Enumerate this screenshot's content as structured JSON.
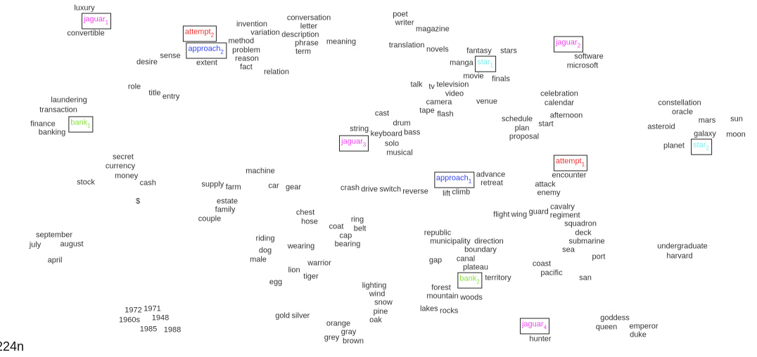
{
  "chart_data": {
    "type": "scatter",
    "title": "",
    "xlabel": "",
    "ylabel": "",
    "xlim": [
      0,
      107.6
    ],
    "ylim": [
      0,
      50.8
    ],
    "grid": false,
    "colors": {
      "jaguar": "#ee44ee",
      "attempt": "#ee3333",
      "approach": "#3344ee",
      "bank": "#88e040",
      "star": "#77eeee",
      "word": "#333333"
    },
    "targets": [
      {
        "word": "jaguar",
        "sense": "1",
        "x": 13.7,
        "y": 47.6
      },
      {
        "word": "attempt",
        "sense": "2",
        "x": 28.4,
        "y": 45.2
      },
      {
        "word": "approach",
        "sense": "2",
        "x": 30.0,
        "y": 43.9
      },
      {
        "word": "bank",
        "sense": "1",
        "x": 11.5,
        "y": 33.1
      },
      {
        "word": "star",
        "sense": "1",
        "x": 68.6,
        "y": 41.2
      },
      {
        "word": "jaguar",
        "sense": "3",
        "x": 50.4,
        "y": 30.4
      },
      {
        "word": "jaguar",
        "sense": "2",
        "x": 80.8,
        "y": 44.1
      },
      {
        "word": "star",
        "sense": "2",
        "x": 99.7,
        "y": 30.0
      },
      {
        "word": "attempt",
        "sense": "1",
        "x": 81.1,
        "y": 27.1
      },
      {
        "word": "approach",
        "sense": "1",
        "x": 64.7,
        "y": 24.6
      },
      {
        "word": "bank",
        "sense": "2",
        "x": 66.8,
        "y": 13.2
      },
      {
        "word": "jaguar",
        "sense": "4",
        "x": 76.0,
        "y": 4.3
      }
    ],
    "words": [
      [
        "luxury",
        12.0,
        49.6
      ],
      [
        "convertible",
        12.2,
        46.2
      ],
      [
        "method",
        33.6,
        44.8
      ],
      [
        "problem",
        35.0,
        43.5
      ],
      [
        "reason",
        35.1,
        42.6
      ],
      [
        "fact",
        35.0,
        41.6
      ],
      [
        "extent",
        29.4,
        42.3
      ],
      [
        "invention",
        35.8,
        47.0
      ],
      [
        "conversation",
        43.9,
        47.8
      ],
      [
        "letter",
        43.9,
        46.6
      ],
      [
        "variation",
        38.4,
        46.0
      ],
      [
        "description",
        42.0,
        46.0
      ],
      [
        "phrase",
        43.6,
        44.8
      ],
      [
        "meaning",
        48.5,
        44.8
      ],
      [
        "term",
        43.1,
        43.9
      ],
      [
        "relation",
        39.3,
        40.5
      ],
      [
        "sense",
        24.2,
        42.8
      ],
      [
        "desire",
        20.9,
        41.9
      ],
      [
        "role",
        19.1,
        38.4
      ],
      [
        "title",
        22.3,
        37.5
      ],
      [
        "entry",
        24.0,
        37.0
      ],
      [
        "laundering",
        9.8,
        36.5
      ],
      [
        "transaction",
        8.3,
        35.1
      ],
      [
        "finance",
        6.1,
        33.1
      ],
      [
        "banking",
        7.4,
        31.9
      ],
      [
        "poet",
        56.9,
        48.3
      ],
      [
        "writer",
        57.6,
        47.9
      ],
      [
        "magazine",
        61.4,
        46.6
      ],
      [
        "translation",
        58.2,
        44.3
      ],
      [
        "novels",
        61.8,
        43.7
      ],
      [
        "fantasy",
        68.1,
        43.5
      ],
      [
        "stars",
        72.3,
        43.5
      ],
      [
        "manga",
        66.0,
        41.8
      ],
      [
        "movie",
        67.3,
        40.0
      ],
      [
        "finals",
        71.2,
        39.5
      ],
      [
        "talk",
        59.2,
        38.7
      ],
      [
        "tv",
        61.7,
        38.4
      ],
      [
        "television",
        64.0,
        38.8
      ],
      [
        "video",
        64.6,
        37.8
      ],
      [
        "camera",
        62.4,
        36.2
      ],
      [
        "venue",
        69.2,
        36.3
      ],
      [
        "tape",
        60.7,
        35.1
      ],
      [
        "flash",
        63.3,
        34.5
      ],
      [
        "cast",
        54.3,
        34.6
      ],
      [
        "string",
        51.1,
        32.4
      ],
      [
        "drum",
        57.1,
        32.8
      ],
      [
        "bass",
        58.2,
        32.3
      ],
      [
        "keyboard",
        55.2,
        31.7
      ],
      [
        "solo",
        55.7,
        29.9
      ],
      [
        "musical",
        56.8,
        29.4
      ],
      [
        "software",
        83.7,
        43.0
      ],
      [
        "microsoft",
        82.8,
        41.5
      ],
      [
        "celebration",
        79.5,
        37.2
      ],
      [
        "calendar",
        79.5,
        36.3
      ],
      [
        "afternoon",
        80.5,
        34.3
      ],
      [
        "schedule",
        73.5,
        33.6
      ],
      [
        "start",
        77.6,
        33.1
      ],
      [
        "plan",
        74.2,
        32.4
      ],
      [
        "proposal",
        74.5,
        31.7
      ],
      [
        "constellation",
        96.6,
        36.0
      ],
      [
        "oracle",
        97.0,
        34.9
      ],
      [
        "mars",
        100.5,
        33.6
      ],
      [
        "sun",
        104.7,
        33.8
      ],
      [
        "asteroid",
        94.0,
        32.7
      ],
      [
        "galaxy",
        100.2,
        31.6
      ],
      [
        "moon",
        104.6,
        31.6
      ],
      [
        "planet",
        95.8,
        30.0
      ],
      [
        "encounter",
        80.9,
        26.3
      ],
      [
        "advance",
        69.6,
        25.9
      ],
      [
        "retreat",
        69.9,
        24.7
      ],
      [
        "lift",
        63.6,
        23.6
      ],
      [
        "climb",
        65.4,
        23.6
      ],
      [
        "attack",
        77.5,
        24.2
      ],
      [
        "enemy",
        78.0,
        23.6
      ],
      [
        "crash",
        50.8,
        24.0
      ],
      [
        "drive",
        52.4,
        23.8
      ],
      [
        "switch",
        54.9,
        23.8
      ],
      [
        "reverse",
        58.7,
        23.5
      ],
      [
        "machine",
        37.0,
        26.4
      ],
      [
        "supply",
        30.4,
        24.5
      ],
      [
        "farm",
        33.0,
        24.1
      ],
      [
        "car",
        38.9,
        24.3
      ],
      [
        "gear",
        41.7,
        24.1
      ],
      [
        "estate",
        32.3,
        22.1
      ],
      [
        "family",
        32.0,
        20.6
      ],
      [
        "couple",
        29.8,
        19.9
      ],
      [
        "secret",
        17.5,
        28.4
      ],
      [
        "currency",
        17.1,
        27.1
      ],
      [
        "money",
        18.1,
        25.7
      ],
      [
        "cash",
        20.9,
        24.7
      ],
      [
        "stock",
        12.2,
        24.8
      ],
      [
        "$",
        19.6,
        22.1
      ],
      [
        "chest",
        43.4,
        20.0
      ],
      [
        "hose",
        44.0,
        19.7
      ],
      [
        "ring",
        50.8,
        19.1
      ],
      [
        "belt",
        51.1,
        18.6
      ],
      [
        "coat",
        47.8,
        18.5
      ],
      [
        "cap",
        49.2,
        16.9
      ],
      [
        "bearing",
        49.4,
        16.3
      ],
      [
        "riding",
        37.7,
        16.8
      ],
      [
        "dog",
        37.7,
        15.0
      ],
      [
        "wearing",
        42.8,
        15.7
      ],
      [
        "male",
        36.7,
        13.9
      ],
      [
        "warrior",
        45.4,
        13.3
      ],
      [
        "lion",
        41.8,
        12.3
      ],
      [
        "tiger",
        44.2,
        11.4
      ],
      [
        "egg",
        39.2,
        10.6
      ],
      [
        "flight",
        72.3,
        20.2
      ],
      [
        "wing",
        73.9,
        20.2
      ],
      [
        "guard",
        76.9,
        20.6
      ],
      [
        "cavalry",
        78.9,
        20.8
      ],
      [
        "regiment",
        79.9,
        20.0
      ],
      [
        "squadron",
        82.5,
        19.4
      ],
      [
        "deck",
        82.9,
        17.6
      ],
      [
        "submarine",
        83.4,
        16.2
      ],
      [
        "sea",
        80.8,
        15.6
      ],
      [
        "port",
        85.1,
        14.2
      ],
      [
        "republic",
        62.2,
        16.8
      ],
      [
        "municipality",
        64.0,
        16.2
      ],
      [
        "direction",
        69.5,
        15.7
      ],
      [
        "boundary",
        68.3,
        14.7
      ],
      [
        "gap",
        61.9,
        13.7
      ],
      [
        "canal",
        66.2,
        13.9
      ],
      [
        "plateau",
        67.6,
        12.4
      ],
      [
        "territory",
        70.8,
        11.3
      ],
      [
        "coast",
        77.0,
        12.8
      ],
      [
        "pacific",
        78.4,
        12.3
      ],
      [
        "san",
        83.2,
        11.2
      ],
      [
        "undergraduate",
        97.0,
        15.7
      ],
      [
        "harvard",
        96.6,
        14.3
      ],
      [
        "september",
        7.7,
        17.0
      ],
      [
        "july",
        5.0,
        16.1
      ],
      [
        "august",
        10.2,
        16.1
      ],
      [
        "april",
        7.8,
        13.7
      ],
      [
        "lighting",
        53.2,
        9.6
      ],
      [
        "wind",
        53.6,
        8.8
      ],
      [
        "snow",
        54.5,
        8.1
      ],
      [
        "forest",
        62.7,
        9.5
      ],
      [
        "mountain",
        63.6,
        8.9
      ],
      [
        "woods",
        66.3,
        8.4
      ],
      [
        "lakes",
        61.7,
        6.8
      ],
      [
        "rocks",
        63.1,
        6.5
      ],
      [
        "gold",
        41.0,
        5.8
      ],
      [
        "silver",
        41.9,
        5.8
      ],
      [
        "oak",
        53.4,
        5.7
      ],
      [
        "pine",
        54.1,
        6.2
      ],
      [
        "orange",
        48.1,
        4.7
      ],
      [
        "grey",
        47.6,
        2.7
      ],
      [
        "gray",
        49.1,
        3.1
      ],
      [
        "brown",
        50.2,
        2.6
      ],
      [
        "1972",
        19.0,
        6.6
      ],
      [
        "1971",
        21.6,
        6.7
      ],
      [
        "1960s",
        18.4,
        5.2
      ],
      [
        "1948",
        22.8,
        5.6
      ],
      [
        "1985",
        21.1,
        3.9
      ],
      [
        "1988",
        24.5,
        3.8
      ],
      [
        "hunter",
        76.8,
        2.6
      ],
      [
        "goddess",
        87.4,
        5.4
      ],
      [
        "queen",
        86.2,
        4.2
      ],
      [
        "emperor",
        91.5,
        4.3
      ],
      [
        "duke",
        90.7,
        3.2
      ]
    ]
  },
  "footer": {
    "label": "224n"
  }
}
